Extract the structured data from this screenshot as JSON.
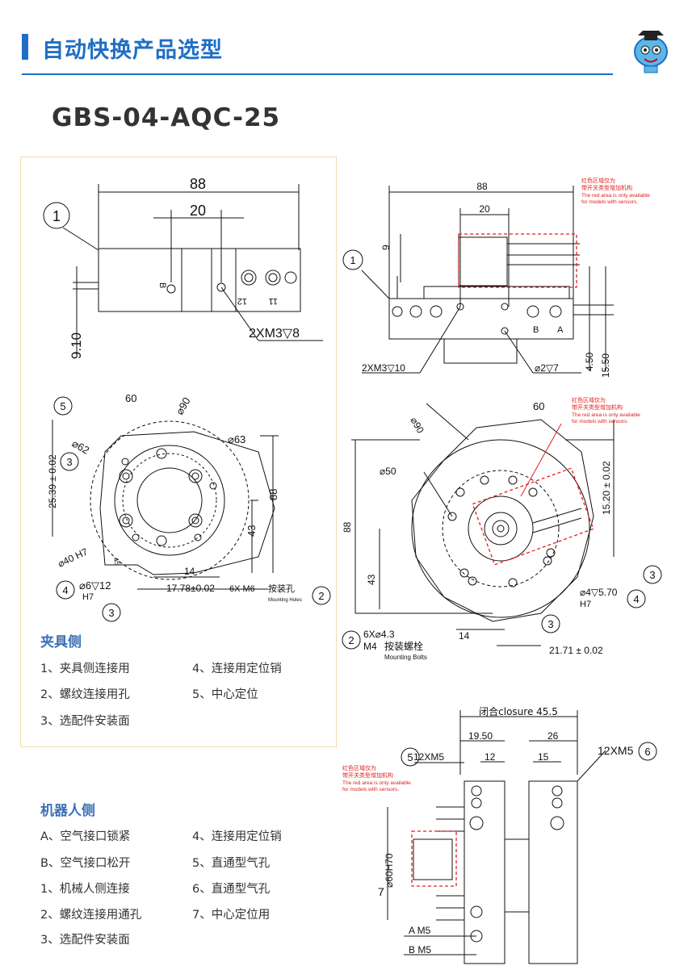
{
  "header": {
    "title": "自动快换产品选型"
  },
  "model": "GBS-04-AQC-25",
  "sensor_note": {
    "cn1": "红色区域仅为",
    "cn2": "带开关类型增加机构",
    "en1": "The red area is only available",
    "en2": "for models with sensors."
  },
  "tool_side": {
    "title": "夹具侧",
    "items": [
      "1、夹具侧连接用",
      "2、螺纹连接用孔",
      "3、选配件安装面",
      "4、连接用定位销",
      "5、中心定位"
    ]
  },
  "robot_side": {
    "title": "机器人侧",
    "items": [
      "A、空气接口锁紧",
      "B、空气接口松开",
      "1、机械人侧连接",
      "2、螺纹连接用通孔",
      "3、选配件安装面",
      "4、连接用定位销",
      "5、直通型气孔",
      "6、直通型气孔",
      "7、中心定位用"
    ]
  },
  "dims": {
    "d88": "88",
    "d20": "20",
    "d910": "9.10",
    "m3_8": "2XM3▽8",
    "m3_10": "2XM3▽10",
    "d9": "9",
    "phi2_7": "⌀2▽7",
    "d450": "4.50",
    "d1550": "15.50",
    "d60": "60",
    "phi90": "⌀90",
    "phi62": "⌀62",
    "phi63": "⌀63",
    "tol_2539": "25.39 ± 0.02",
    "d43": "43",
    "phi40": "⌀40 H7",
    "d45": "45",
    "phi6": "⌀6▽12",
    "h7": "H7",
    "d14": "14",
    "d1778": "17.78±0.02",
    "m6": "6X M6",
    "m6_cn": "按装孔",
    "mounting_holes": "Mounting Holes",
    "phi50": "⌀50",
    "tol_1520": "15.20 ± 0.02",
    "phi4": "⌀4▽5.70",
    "phi43": "6X⌀4.3",
    "m4": "M4",
    "m4_cn": "按装螺栓",
    "mounting_bolts": "Mounting Bolts",
    "tol_2171": "21.71 ± 0.02",
    "closure": "闭合closure 45.5",
    "d1950": "19.50",
    "d26": "26",
    "d12": "12",
    "d15": "15",
    "m5_12": "12XM5",
    "phi60": "⌀60H70",
    "d7": "7",
    "a_m5": "A M5",
    "b_m5": "B M5"
  },
  "callouts": [
    "1",
    "2",
    "3",
    "4",
    "5",
    "6"
  ],
  "colors": {
    "accent": "#1f6ec4",
    "section": "#3b6fb6",
    "sensor": "#e02020",
    "panel_border": "#f0ddb0"
  }
}
